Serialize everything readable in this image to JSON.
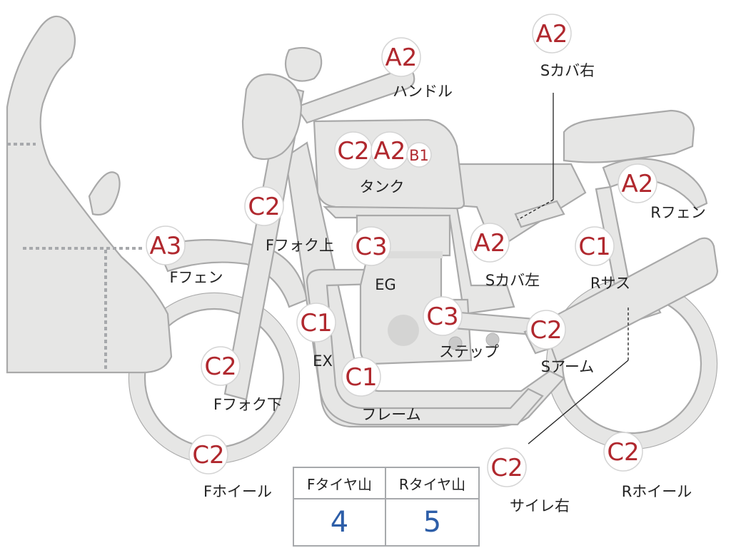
{
  "diagram": {
    "badges": [
      {
        "id": "handle",
        "grade": "A2",
        "label": "ハンドル"
      },
      {
        "id": "side-cover-right",
        "grade": "A2",
        "label": "Sカバ右"
      },
      {
        "id": "tank-c2",
        "grade": "C2",
        "label": ""
      },
      {
        "id": "tank-a2",
        "grade": "A2",
        "label": "タンク"
      },
      {
        "id": "tank-b1",
        "grade": "B1",
        "label": ""
      },
      {
        "id": "rear-fender",
        "grade": "A2",
        "label": "Rフェン"
      },
      {
        "id": "front-fork-upper",
        "grade": "C2",
        "label": "Fフォク上"
      },
      {
        "id": "front-fender",
        "grade": "A3",
        "label": "Fフェン"
      },
      {
        "id": "engine",
        "grade": "C3",
        "label": "EG"
      },
      {
        "id": "side-cover-left",
        "grade": "A2",
        "label": "Sカバ左"
      },
      {
        "id": "rear-suspension",
        "grade": "C1",
        "label": "Rサス"
      },
      {
        "id": "exhaust",
        "grade": "C1",
        "label": "EX"
      },
      {
        "id": "step",
        "grade": "C3",
        "label": "ステップ"
      },
      {
        "id": "swing-arm",
        "grade": "C2",
        "label": "Sアーム"
      },
      {
        "id": "front-fork-lower",
        "grade": "C2",
        "label": "Fフォク下"
      },
      {
        "id": "frame",
        "grade": "C1",
        "label": "フレーム"
      },
      {
        "id": "front-wheel",
        "grade": "C2",
        "label": "Fホイール"
      },
      {
        "id": "silencer-right",
        "grade": "C2",
        "label": "サイレ右"
      },
      {
        "id": "rear-wheel",
        "grade": "C2",
        "label": "Rホイール"
      }
    ],
    "colors": {
      "grade_text": "#b0282e",
      "body_fill": "#e6e6e5",
      "outline": "#a9a9a9",
      "tire_value": "#2d5ea8"
    }
  },
  "tire_tread": {
    "front_header": "Fタイヤ山",
    "rear_header": "Rタイヤ山",
    "front_value": "4",
    "rear_value": "5"
  }
}
